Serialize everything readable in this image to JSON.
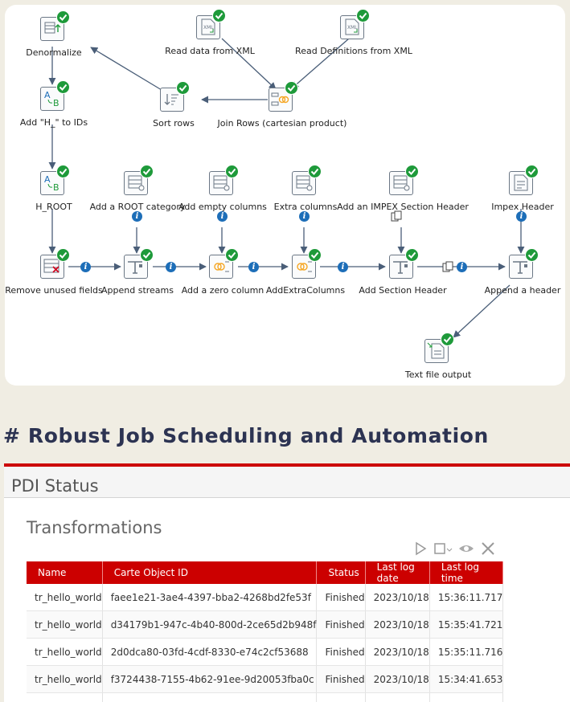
{
  "flow": {
    "steps": [
      {
        "id": "denormalize",
        "label": "Denormalize",
        "icon": "denormalizer-icon"
      },
      {
        "id": "read-data-xml",
        "label": "Read data from XML",
        "icon": "xml-file-icon"
      },
      {
        "id": "read-definitions-xml",
        "label": "Read Definitions from XML",
        "icon": "xml-file-icon"
      },
      {
        "id": "add-h-ids",
        "label": "Add \"H_\" to IDs",
        "icon": "replace-string-icon"
      },
      {
        "id": "sort-rows",
        "label": "Sort rows",
        "icon": "sort-icon"
      },
      {
        "id": "join-rows",
        "label": "Join Rows (cartesian product)",
        "icon": "join-icon"
      },
      {
        "id": "h-root",
        "label": "H_ROOT",
        "icon": "replace-string-icon"
      },
      {
        "id": "add-root-category",
        "label": "Add a ROOT category",
        "icon": "data-grid-icon"
      },
      {
        "id": "add-empty-columns",
        "label": "Add empty columns",
        "icon": "data-grid-icon"
      },
      {
        "id": "extra-columns",
        "label": "Extra columns",
        "icon": "data-grid-icon"
      },
      {
        "id": "add-impex-section-header",
        "label": "Add an IMPEX Section Header",
        "icon": "data-grid-icon"
      },
      {
        "id": "impex-header",
        "label": "Impex Header",
        "icon": "text-file-icon"
      },
      {
        "id": "remove-unused-fields",
        "label": "Remove unused fields",
        "icon": "select-values-icon"
      },
      {
        "id": "append-streams",
        "label": "Append streams",
        "icon": "append-icon"
      },
      {
        "id": "add-zero-column",
        "label": "Add a zero column",
        "icon": "join-icon"
      },
      {
        "id": "add-extra-columns",
        "label": "AddExtraColumns",
        "icon": "join-icon"
      },
      {
        "id": "add-section-header",
        "label": "Add Section Header",
        "icon": "append-icon"
      },
      {
        "id": "append-header",
        "label": "Append a header",
        "icon": "append-icon"
      },
      {
        "id": "text-file-output",
        "label": "Text file output",
        "icon": "text-file-output-icon"
      }
    ],
    "status_icon": "check-icon",
    "status_color": "#1e9a3a",
    "hop_color": "#4a5e78",
    "info_color": "#1d6eb8"
  },
  "heading": "# Robust Job Scheduling and Automation",
  "status_panel": {
    "title": "PDI Status",
    "section_title": "Transformations",
    "accent": "#cc0000",
    "toolbar": [
      {
        "name": "play-icon"
      },
      {
        "name": "stop-icon"
      },
      {
        "name": "view-icon"
      },
      {
        "name": "close-icon"
      }
    ],
    "columns": [
      "Name",
      "Carte Object ID",
      "Status",
      "Last log date",
      "Last log time"
    ],
    "rows": [
      [
        "tr_hello_world",
        "faee1e21-3ae4-4397-bba2-4268bd2fe53f",
        "Finished",
        "2023/10/18",
        "15:36:11.717"
      ],
      [
        "tr_hello_world",
        "d34179b1-947c-4b40-800d-2ce65d2b948f",
        "Finished",
        "2023/10/18",
        "15:35:41.721"
      ],
      [
        "tr_hello_world",
        "2d0dca80-03fd-4cdf-8330-e74c2cf53688",
        "Finished",
        "2023/10/18",
        "15:35:11.716"
      ],
      [
        "tr_hello_world",
        "f3724438-7155-4b62-91ee-9d20053fba0c",
        "Finished",
        "2023/10/18",
        "15:34:41.653"
      ]
    ]
  }
}
